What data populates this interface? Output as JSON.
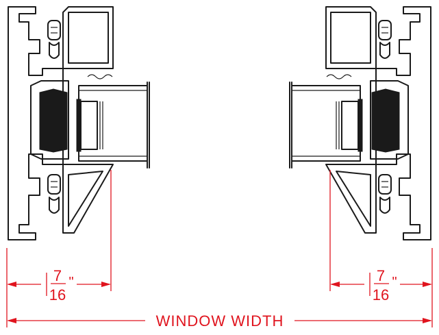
{
  "dimensions": {
    "left_fraction": {
      "numerator": "7",
      "denominator": "16",
      "unit": "\""
    },
    "right_fraction": {
      "numerator": "7",
      "denominator": "16",
      "unit": "\""
    },
    "overall_label": "WINDOW WIDTH"
  },
  "colors": {
    "ink": "#1a1a1a",
    "dimension": "#e0141e"
  }
}
